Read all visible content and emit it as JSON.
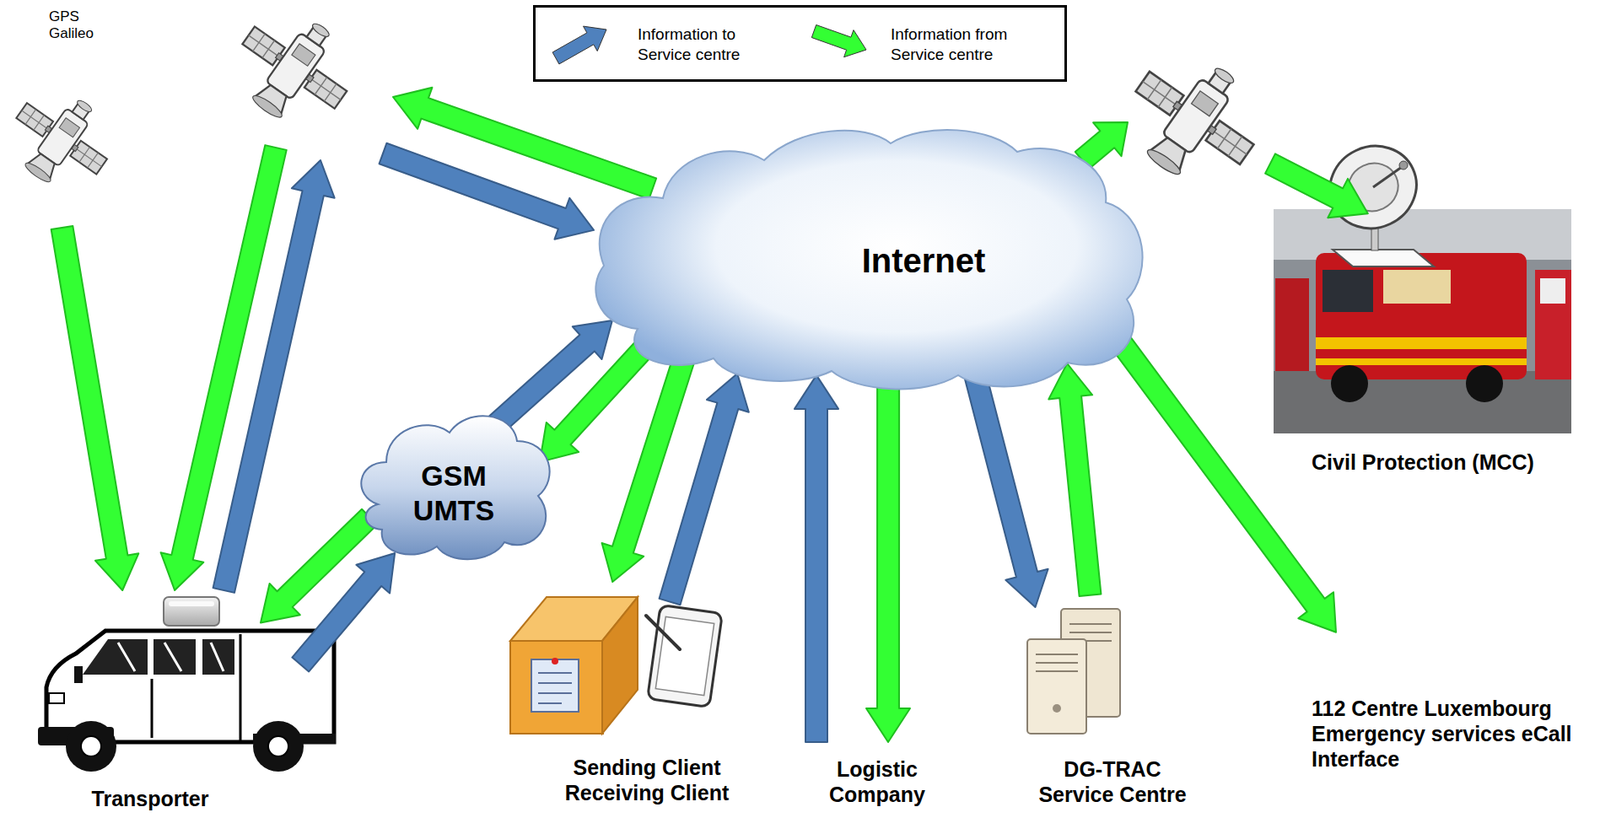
{
  "diagram": {
    "nodes": [
      {
        "text": [
          "GPS Galileo"
        ]
      },
      {
        "text": [
          "Internet"
        ]
      },
      {
        "text": [
          "GSM UMTS"
        ]
      },
      {
        "text": [
          "Transporter"
        ]
      },
      {
        "text": [
          "Sending Client Receiving Client"
        ]
      },
      {
        "text": [
          "Logistic Company"
        ]
      },
      {
        "text": [
          "DG-TRAC Service Centre"
        ]
      },
      {
        "text": [
          "Civil Protection (MCC)"
        ]
      },
      {
        "text": [
          "112 Centre Luxembourg Emergency services eCall Interface"
        ]
      }
    ],
    "edges": [
      {
        "from": 0,
        "to": 3,
        "arrow": "to"
      },
      {
        "from": 3,
        "to": 1,
        "arrow": "to"
      },
      {
        "from": 1,
        "to": 3,
        "arrow": "to"
      },
      {
        "from": 3,
        "to": 2,
        "arrow": "to"
      },
      {
        "from": 2,
        "to": 3,
        "arrow": "to"
      },
      {
        "from": 2,
        "to": 1,
        "arrow": "to"
      },
      {
        "from": 1,
        "to": 2,
        "arrow": "to"
      },
      {
        "from": 1,
        "to": 4,
        "arrow": "to"
      },
      {
        "from": 4,
        "to": 1,
        "arrow": "to"
      },
      {
        "from": 5,
        "to": 1,
        "arrow": "to"
      },
      {
        "from": 1,
        "to": 5,
        "arrow": "to"
      },
      {
        "from": 1,
        "to": 6,
        "arrow": "to"
      },
      {
        "from": 6,
        "to": 1,
        "arrow": "to"
      },
      {
        "from": 1,
        "to": 7,
        "arrow": "to"
      },
      {
        "from": 1,
        "to": 8,
        "arrow": "to"
      }
    ],
    "legend": [
      {
        "text": "Information to Service centre",
        "color": "#4f81bd"
      },
      {
        "text": "Information from Service centre",
        "color": "#33ff33"
      }
    ]
  }
}
